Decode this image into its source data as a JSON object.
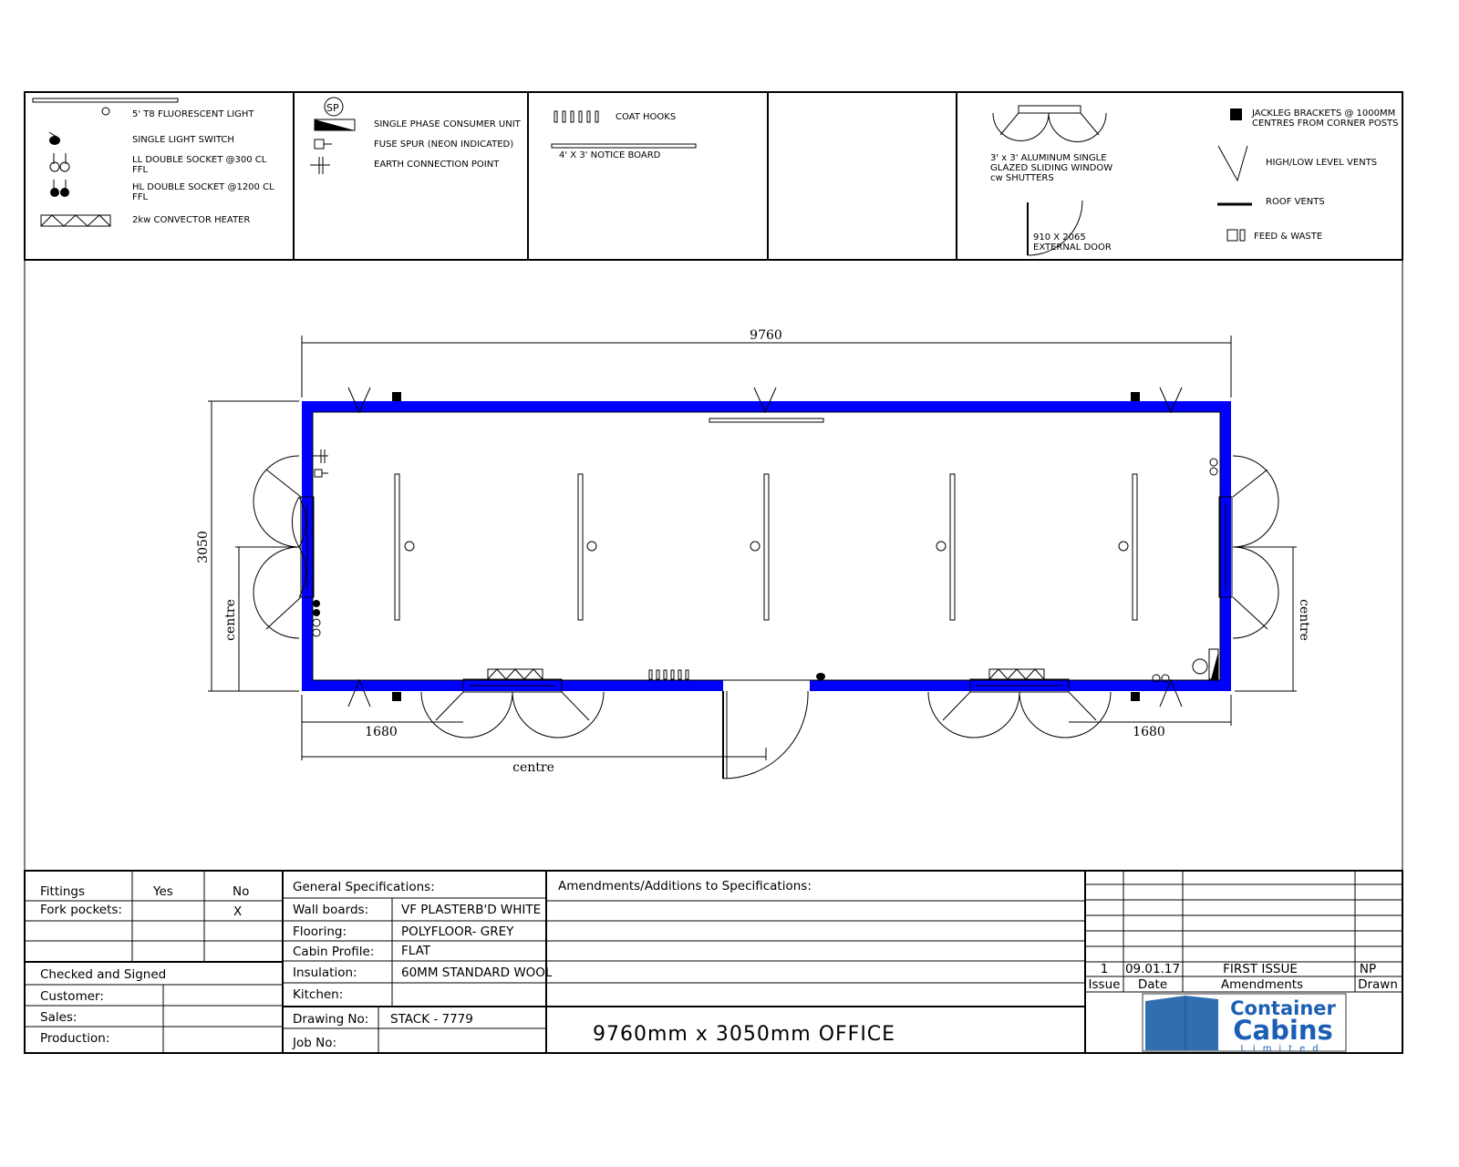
{
  "legend": {
    "fluorescent_light": "5' T8 FLUORESCENT LIGHT",
    "light_switch": "SINGLE LIGHT SWITCH",
    "ll_socket": [
      "LL DOUBLE SOCKET @300 CL",
      "FFL"
    ],
    "hl_socket": [
      "HL DOUBLE SOCKET @1200 CL",
      "FFL"
    ],
    "heater": "2kw CONVECTOR HEATER",
    "sp_symbol": "SP",
    "consumer_unit": "SINGLE PHASE CONSUMER UNIT",
    "fuse_spur": "FUSE SPUR (NEON INDICATED)",
    "earth_point": "EARTH CONNECTION POINT",
    "coat_hooks": "COAT HOOKS",
    "notice_board": "4' X 3' NOTICE BOARD",
    "window": [
      "3' x 3' ALUMINUM SINGLE",
      "GLAZED SLIDING WINDOW",
      "cw SHUTTERS"
    ],
    "door": [
      "910 X 2065",
      "EXTERNAL DOOR"
    ],
    "jackleg": [
      "JACKLEG BRACKETS @ 1000MM",
      "CENTRES FROM CORNER POSTS"
    ],
    "vents": "HIGH/LOW LEVEL VENTS",
    "roof_vents": "ROOF VENTS",
    "feed_waste": "FEED & WASTE"
  },
  "plan": {
    "wall_color": "#0000ff",
    "length_label": "9760",
    "width_label": "3050",
    "offset_left_label": "1680",
    "offset_right_label": "1680",
    "centre_label": "centre"
  },
  "title_block": {
    "fittings": {
      "header": [
        "Fittings",
        "Yes",
        "No"
      ],
      "rows": [
        {
          "label": "Fork pockets:",
          "yes": "",
          "no": "X"
        }
      ]
    },
    "checked": {
      "header": "Checked and Signed",
      "rows": [
        "Customer:",
        "Sales:",
        "Production:"
      ]
    },
    "general": {
      "header": "General Specifications:",
      "rows": [
        {
          "label": "Wall boards:",
          "value": "VF PLASTERB'D WHITE"
        },
        {
          "label": "Flooring:",
          "value": "POLYFLOOR- GREY"
        },
        {
          "label": "Cabin Profile:",
          "value": "FLAT"
        },
        {
          "label": "Insulation:",
          "value": "60MM STANDARD WOOL"
        },
        {
          "label": "Kitchen:",
          "value": ""
        }
      ],
      "drawing_no_label": "Drawing No:",
      "drawing_no": "STACK - 7779",
      "job_no_label": "Job No:",
      "job_no": ""
    },
    "amendments_header": "Amendments/Additions to Specifications:",
    "drawing_title": "9760mm x 3050mm OFFICE",
    "revisions": {
      "headers": [
        "Issue",
        "Date",
        "Amendments",
        "Drawn"
      ],
      "rows": [
        {
          "issue": "1",
          "date": "09.01.17",
          "amendment": "FIRST ISSUE",
          "drawn": "NP"
        }
      ]
    },
    "logo": {
      "line1": "Container",
      "line2": "Cabins",
      "line3": "Limited",
      "color": "#1a5fb4"
    }
  }
}
